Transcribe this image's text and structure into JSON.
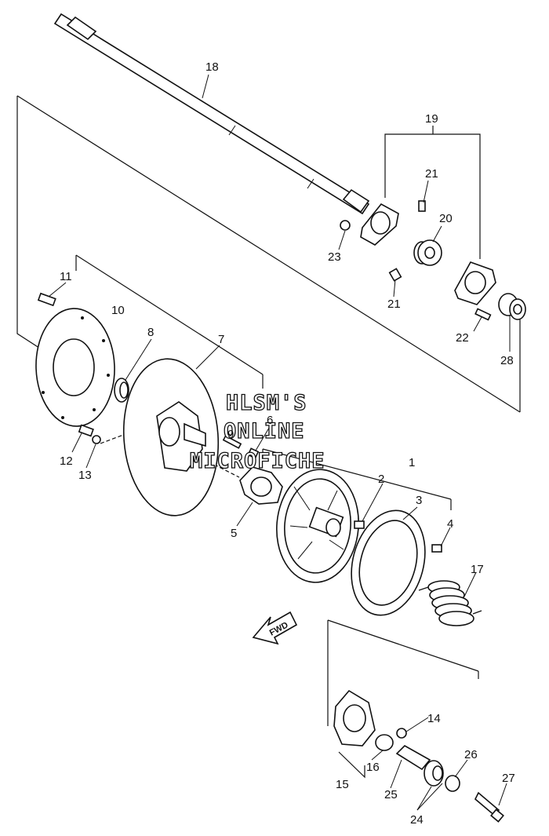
{
  "watermark": {
    "line1": "HLSM'S",
    "line2": "ONLINE",
    "line3": "MICROFICHE"
  },
  "fwd_label": "FWD",
  "callouts": {
    "c1": "1",
    "c2": "2",
    "c3": "3",
    "c4": "4",
    "c5": "5",
    "c6": "6",
    "c7": "7",
    "c8": "8",
    "c9": "9",
    "c10": "10",
    "c11": "11",
    "c12": "12",
    "c13": "13",
    "c14": "14",
    "c15": "15",
    "c16": "16",
    "c17": "17",
    "c18": "18",
    "c19": "19",
    "c20": "20",
    "c21a": "21",
    "c21b": "21",
    "c22": "22",
    "c23": "23",
    "c24": "24",
    "c25": "25",
    "c26": "26",
    "c27": "27",
    "c28": "28"
  }
}
